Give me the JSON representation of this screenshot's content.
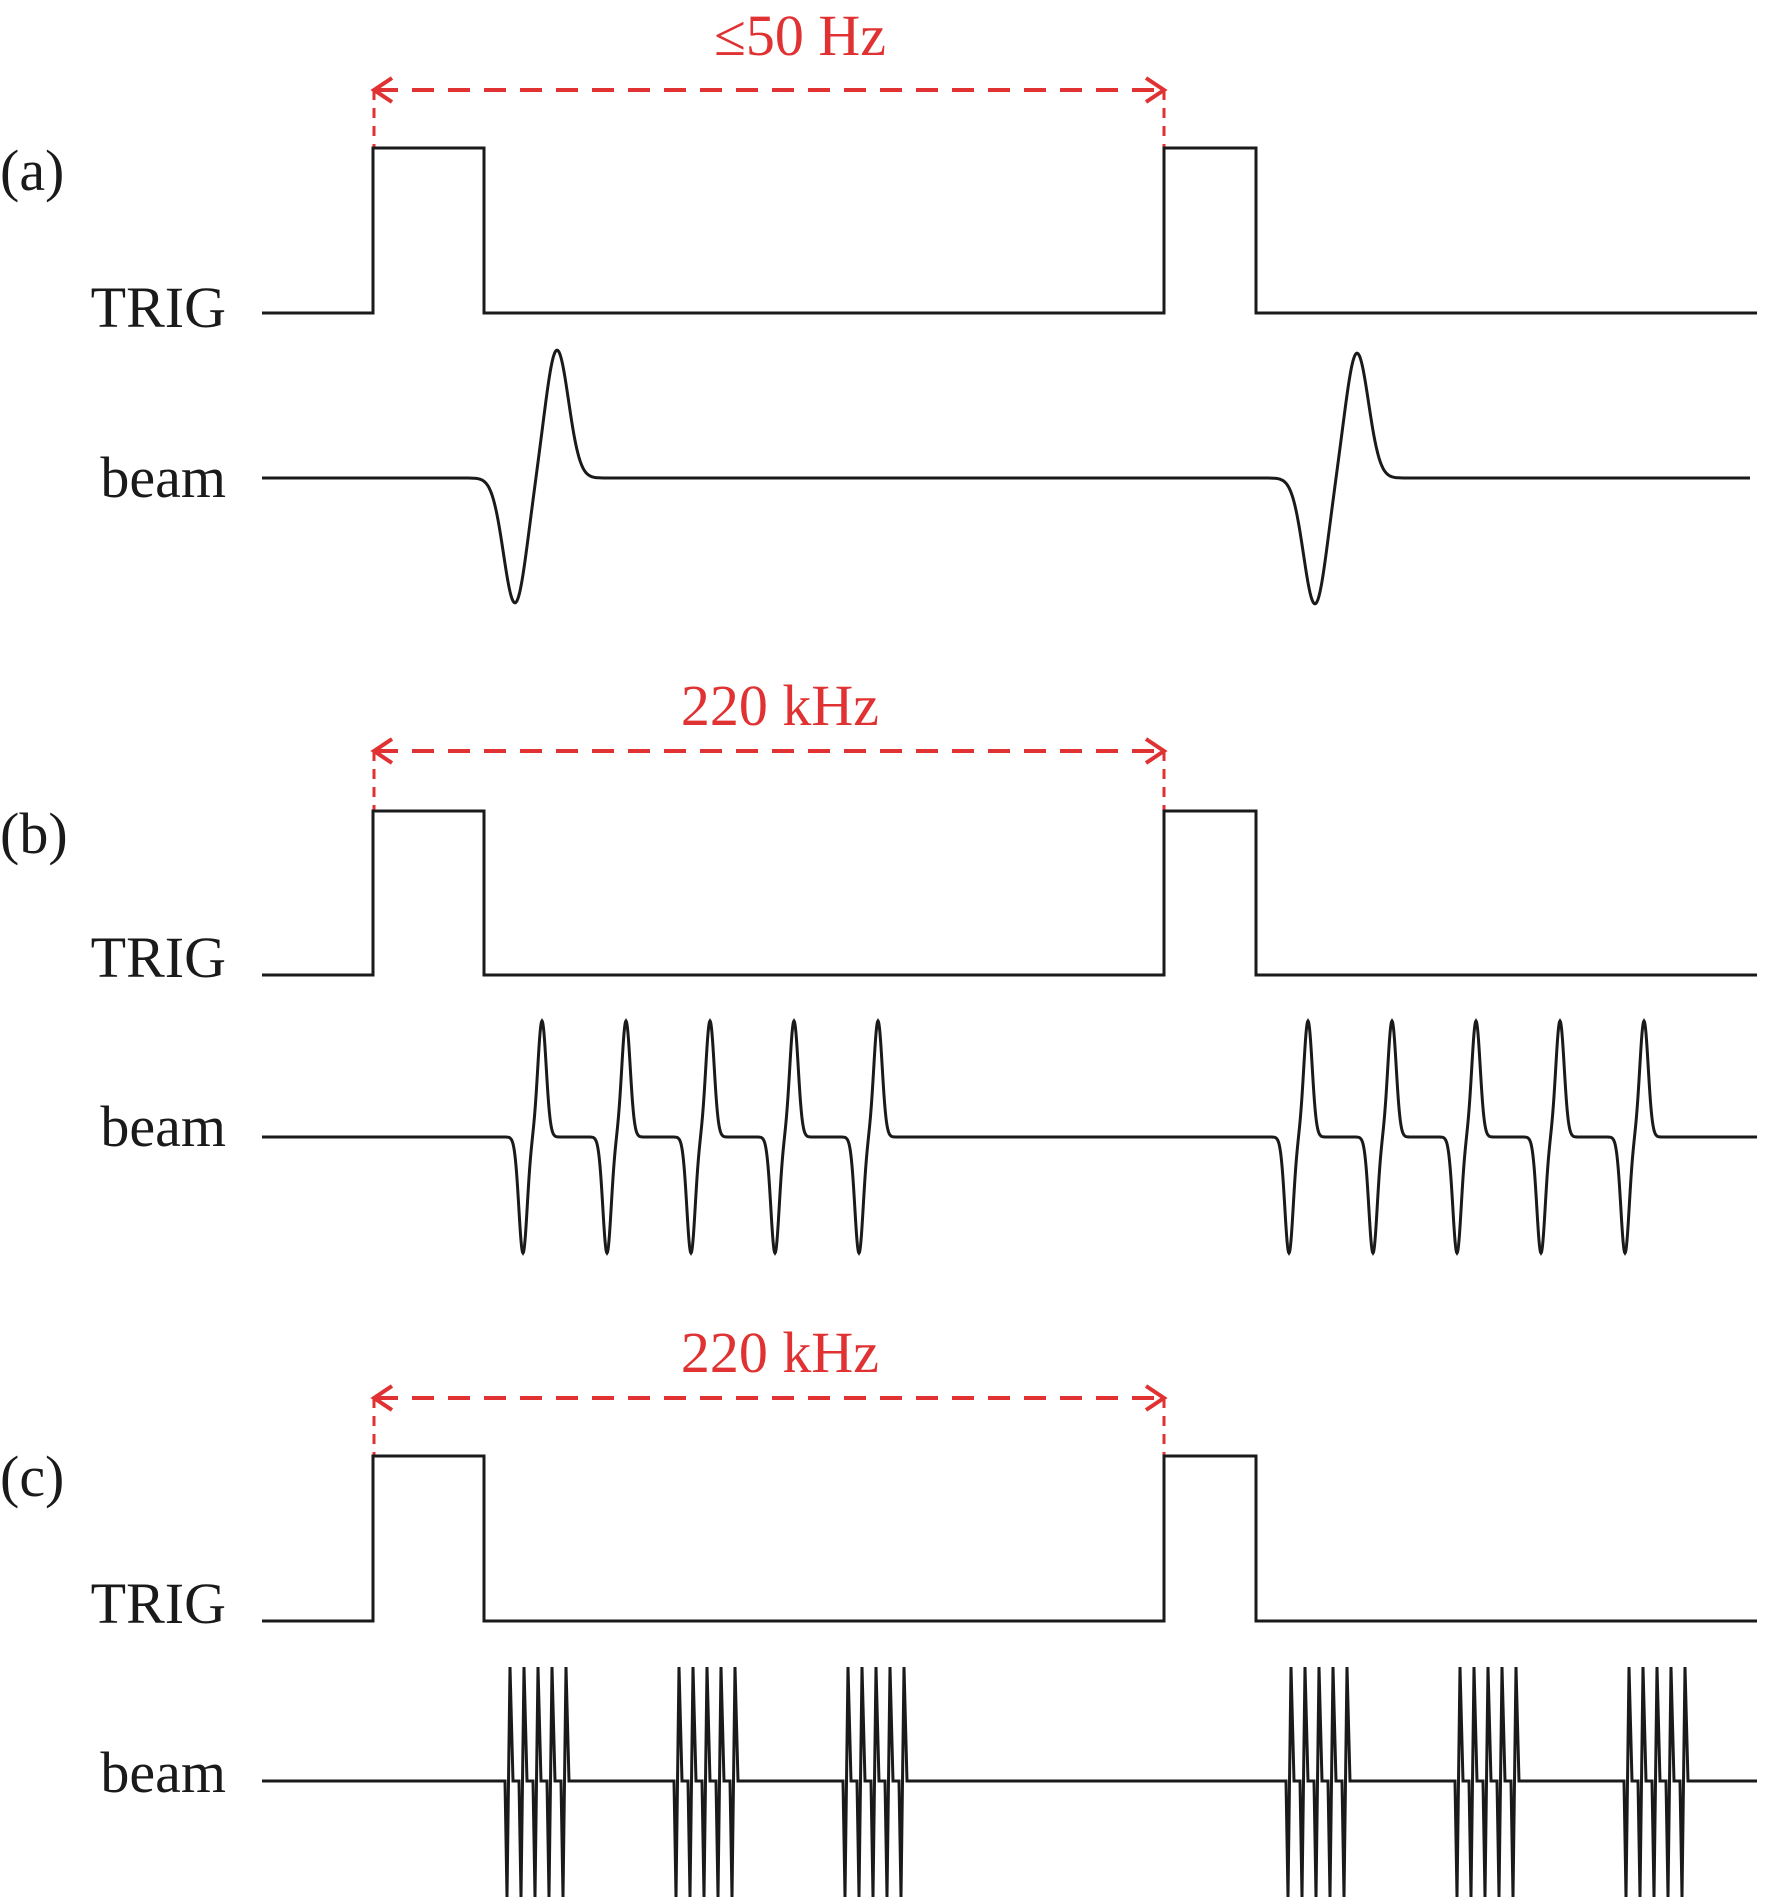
{
  "panels": [
    {
      "id": "a",
      "label": "(a)",
      "freq": "≤50 Hz",
      "trig_label": "TRIG",
      "beam_label": "beam",
      "beam_mode": "single pulse"
    },
    {
      "id": "b",
      "label": "(b)",
      "freq": "220 kHz",
      "trig_label": "TRIG",
      "beam_label": "beam",
      "beam_mode": "pulse train"
    },
    {
      "id": "c",
      "label": "(c)",
      "freq": "220 kHz",
      "trig_label": "TRIG",
      "beam_label": "beam",
      "beam_mode": "bursts"
    }
  ],
  "colors": {
    "trace": "#1a1a1a",
    "annotation": "#e03232"
  }
}
